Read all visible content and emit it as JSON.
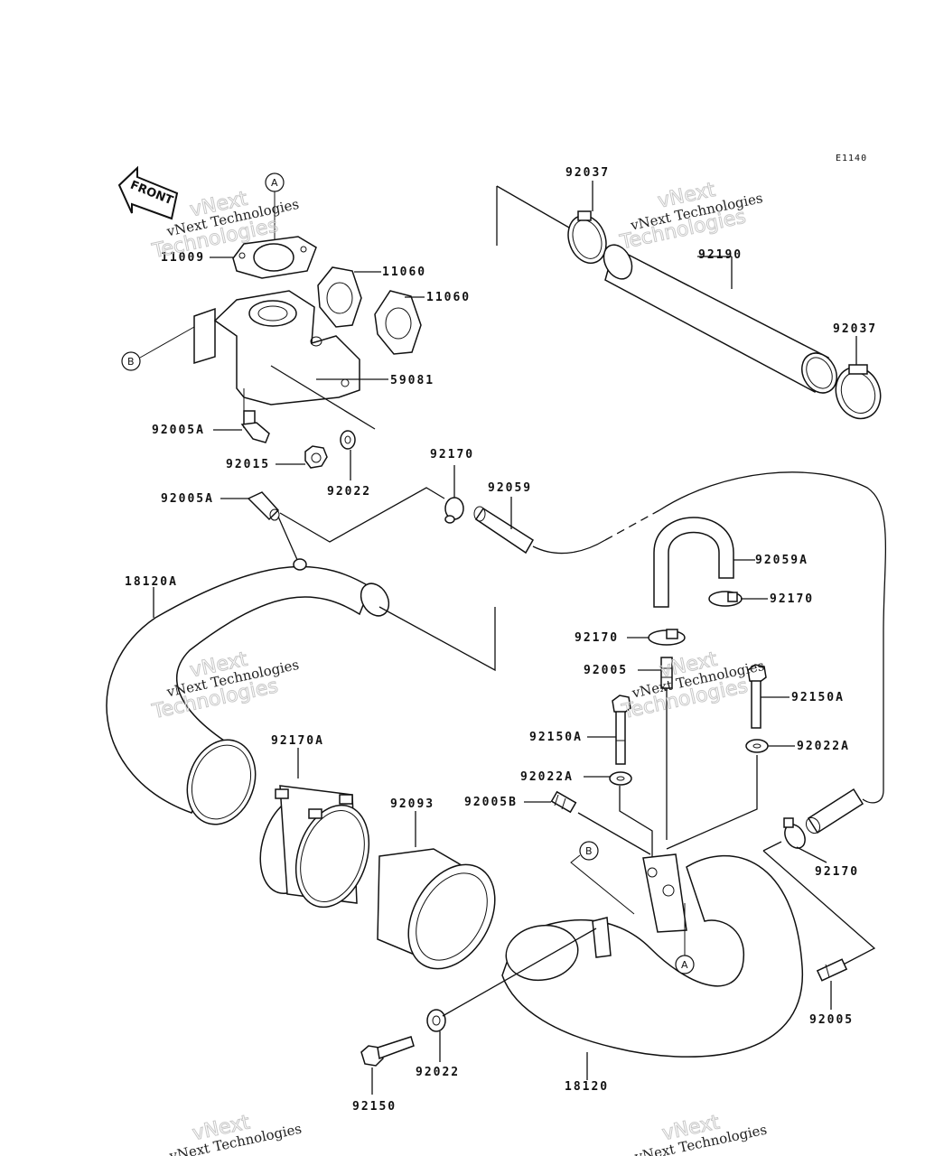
{
  "diagram_ref": "E1140",
  "front_label": "FRONT",
  "watermark": {
    "brand": "vNext",
    "line1": "Technologies",
    "line2": "vNext Technologies"
  },
  "callouts": {
    "a": "A",
    "b": "B"
  },
  "parts": {
    "p11009": "11009",
    "p11060_1": "11060",
    "p11060_2": "11060",
    "p59081": "59081",
    "p92005A_1": "92005A",
    "p92015": "92015",
    "p92022_1": "92022",
    "p92037_1": "92037",
    "p92190": "92190",
    "p92037_2": "92037",
    "p92170_1": "92170",
    "p92059": "92059",
    "p92005A_2": "92005A",
    "p18120A": "18120A",
    "p92059A": "92059A",
    "p92170_2": "92170",
    "p92170_3": "92170",
    "p92005_1": "92005",
    "p92150A_1": "92150A",
    "p92150A_2": "92150A",
    "p92022A_1": "92022A",
    "p92022A_2": "92022A",
    "p92170A": "92170A",
    "p92093": "92093",
    "p92005B": "92005B",
    "p92170_4": "92170",
    "p92005_2": "92005",
    "p92022_2": "92022",
    "p92150": "92150",
    "p18120": "18120"
  }
}
